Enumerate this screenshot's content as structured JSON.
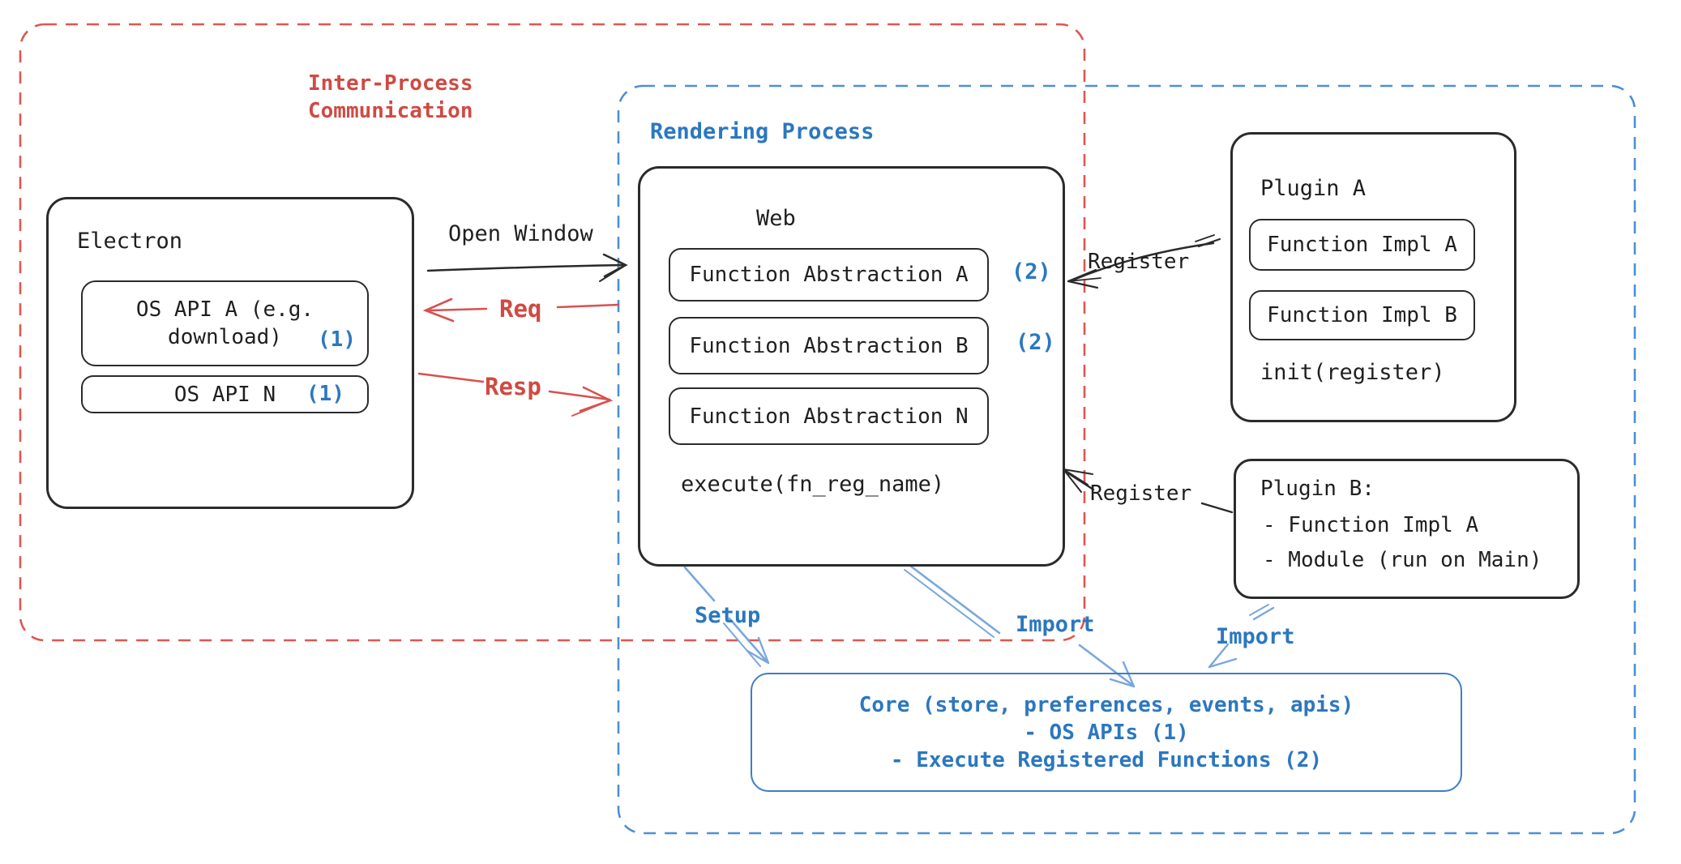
{
  "groups": {
    "ipc": {
      "label_line1": "Inter-Process",
      "label_line2": "Communication",
      "color": "#cf4a43",
      "dash_color": "#e0564f"
    },
    "rendering": {
      "label": "Rendering Process",
      "color": "#2b77c0",
      "dash_color": "#4d8fd5"
    }
  },
  "electron": {
    "title": "Electron",
    "os_api_a_line1": "OS API A (e.g.",
    "os_api_a_line2": "download)",
    "os_api_a_badge": "(1)",
    "os_api_n": "OS API N",
    "os_api_n_badge": "(1)"
  },
  "web": {
    "title": "Web",
    "fa_a": "Function Abstraction A",
    "fa_a_badge": "(2)",
    "fa_b": "Function Abstraction B",
    "fa_b_badge": "(2)",
    "fa_n": "Function Abstraction N",
    "execute": "execute(fn_reg_name)"
  },
  "plugin_a": {
    "title": "Plugin A",
    "impl_a": "Function Impl A",
    "impl_b": "Function Impl B",
    "init": "init(register)"
  },
  "plugin_b": {
    "title": "Plugin B:",
    "item1": "- Function Impl A",
    "item2": "- Module (run on Main)"
  },
  "core": {
    "line1": "Core (store, preferences, events, apis)",
    "line2": "- OS APIs (1)",
    "line3": "- Execute Registered Functions (2)",
    "border_color": "#3d7ec6",
    "text_color": "#2b77c0"
  },
  "arrows": {
    "open_window": "Open Window",
    "req": "Req",
    "resp": "Resp",
    "register_top": "Register",
    "register_bottom": "Register",
    "setup": "Setup",
    "import_web": "Import",
    "import_plugin": "Import",
    "black_color": "#2a2a2a",
    "red_color": "#d85050",
    "blue_color": "#79a7dd"
  }
}
